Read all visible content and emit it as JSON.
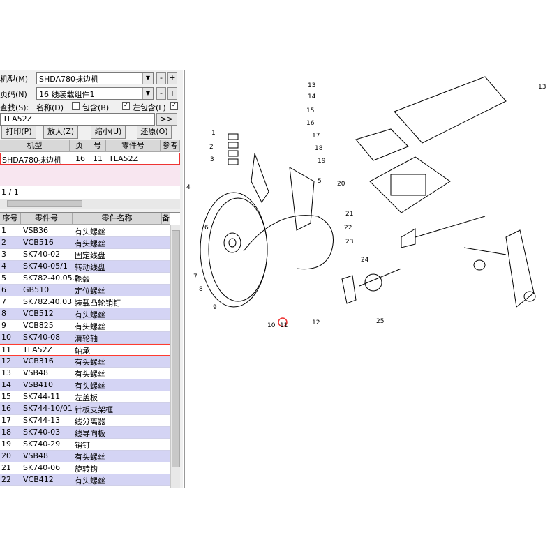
{
  "filters": {
    "machine_label": "机型(M)",
    "machine_value": "SHDA780抹边机",
    "page_label": "页码(N)",
    "page_value": "16 线装载组件1",
    "search_label": "查找(S):",
    "name_label": "名称(D)",
    "include_b_label": "包含(B)",
    "include_b_checked": false,
    "left_include_label": "左包含(L)",
    "left_include_checked": true,
    "search_value": "TLA52Z",
    "go_label": ">>"
  },
  "toolbar": {
    "print": "打印(P)",
    "zoom_in": "放大(Z)",
    "zoom_out": "缩小(U)",
    "restore": "还原(O)"
  },
  "result_table": {
    "headers": [
      "机型",
      "页",
      "号",
      "零件号",
      "参考"
    ],
    "rows": [
      {
        "machine": "SHDA780抹边机",
        "page": "16",
        "no": "11",
        "part": "TLA52Z",
        "ref": ""
      }
    ],
    "pager": "1 / 1"
  },
  "parts_table": {
    "headers": [
      "序号",
      "零件号",
      "零件名称",
      "备"
    ],
    "selected_index": 10,
    "rows": [
      {
        "no": "1",
        "part": "VSB36",
        "name": "有头螺丝"
      },
      {
        "no": "2",
        "part": "VCB516",
        "name": "有头螺丝"
      },
      {
        "no": "3",
        "part": "SK740-02",
        "name": "固定线盘"
      },
      {
        "no": "4",
        "part": "SK740-05/1",
        "name": "转动线盘"
      },
      {
        "no": "5",
        "part": "SK782-40.05.2",
        "name": "轮毂"
      },
      {
        "no": "6",
        "part": "GB510",
        "name": "定位螺丝"
      },
      {
        "no": "7",
        "part": "SK782.40.03",
        "name": "装载凸轮销钉"
      },
      {
        "no": "8",
        "part": "VCB512",
        "name": "有头螺丝"
      },
      {
        "no": "9",
        "part": "VCB825",
        "name": "有头螺丝"
      },
      {
        "no": "10",
        "part": "SK740-08",
        "name": "滑轮轴"
      },
      {
        "no": "11",
        "part": "TLA52Z",
        "name": "轴承"
      },
      {
        "no": "12",
        "part": "VCB316",
        "name": "有头螺丝"
      },
      {
        "no": "13",
        "part": "VSB48",
        "name": "有头螺丝"
      },
      {
        "no": "14",
        "part": "VSB410",
        "name": "有头螺丝"
      },
      {
        "no": "15",
        "part": "SK744-11",
        "name": "左盖板"
      },
      {
        "no": "16",
        "part": "SK744-10/01",
        "name": "针板支架框"
      },
      {
        "no": "17",
        "part": "SK744-13",
        "name": "线分离器"
      },
      {
        "no": "18",
        "part": "SK740-03",
        "name": "线导向板"
      },
      {
        "no": "19",
        "part": "SK740-29",
        "name": "销钉"
      },
      {
        "no": "20",
        "part": "VSB48",
        "name": "有头螺丝"
      },
      {
        "no": "21",
        "part": "SK740-06",
        "name": "旋转钩"
      },
      {
        "no": "22",
        "part": "VCB412",
        "name": "有头螺丝"
      }
    ]
  },
  "callouts": [
    "1",
    "2",
    "3",
    "4",
    "5",
    "6",
    "7",
    "8",
    "9",
    "10",
    "11",
    "12",
    "13",
    "13",
    "14",
    "15",
    "16",
    "17",
    "18",
    "19",
    "20",
    "21",
    "22",
    "23",
    "24",
    "25"
  ],
  "colors": {
    "row_odd": "#ffffff",
    "row_even": "#d4d4f4",
    "selected": "#ff3b30",
    "header": "#d8d8d8"
  }
}
